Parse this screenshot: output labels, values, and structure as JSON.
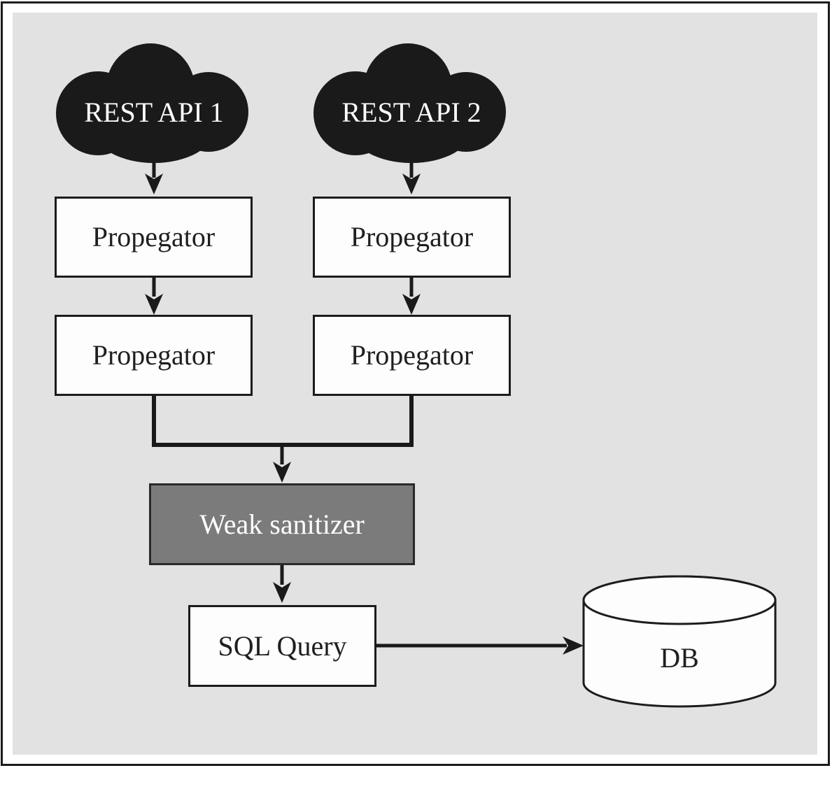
{
  "diagram": {
    "nodes": {
      "cloud1": {
        "label": "REST API 1"
      },
      "cloud2": {
        "label": "REST API 2"
      },
      "propagator1a": {
        "label": "Propegator"
      },
      "propagator2a": {
        "label": "Propegator"
      },
      "propagator1b": {
        "label": "Propegator"
      },
      "propagator2b": {
        "label": "Propegator"
      },
      "sanitizer": {
        "label": "Weak sanitizer"
      },
      "sql_query": {
        "label": "SQL Query"
      },
      "db": {
        "label": "DB"
      }
    },
    "colors": {
      "panel_background": "#e2e2e2",
      "cloud_fill": "#1a1a1a",
      "node_fill": "#fdfdfd",
      "node_border": "#1c1c1c",
      "sanitizer_fill": "#7b7b7b",
      "sanitizer_text": "#ffffff",
      "arrow": "#1a1a1a",
      "text": "#1f1f1f"
    }
  }
}
